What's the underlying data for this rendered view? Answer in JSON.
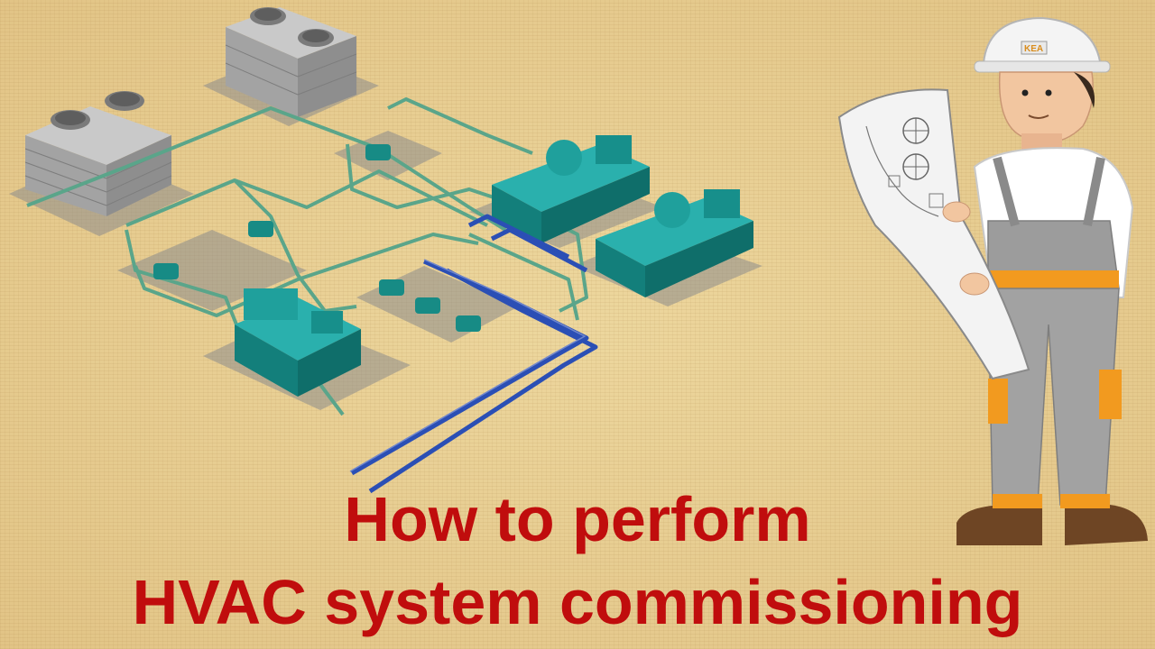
{
  "title": {
    "line1": "How to perform",
    "line2": "HVAC system commissioning"
  },
  "illustration": {
    "plant_icons": [
      "cooling-tower-icon",
      "chiller-icon",
      "pump-icon",
      "pipe-icon"
    ],
    "character_icon": "engineer-with-blueprint-icon",
    "helmet_logo": "KEA"
  },
  "colors": {
    "background": "#e8cf92",
    "title": "#c00d0d",
    "chiller": "#1a9a9a",
    "pipe_green": "#5aa58a",
    "pipe_blue": "#2b4fb5",
    "tower": "#b9b9b9"
  }
}
